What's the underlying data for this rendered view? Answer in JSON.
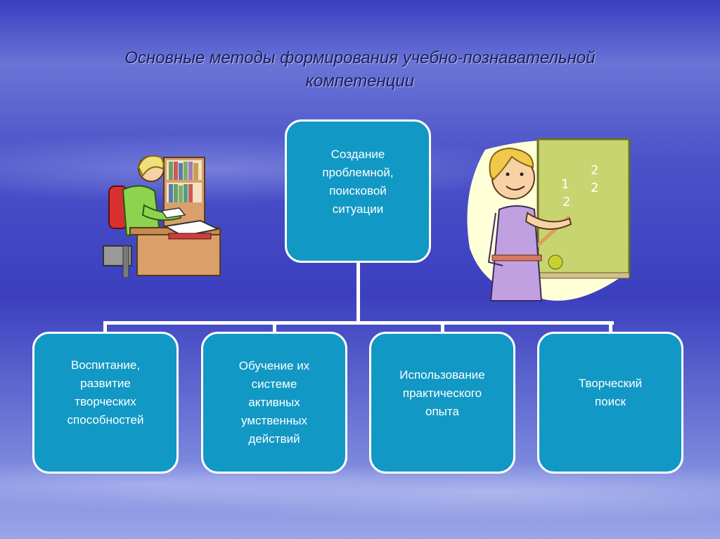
{
  "title_line1": "Основные методы формирования учебно-познавательной",
  "title_line2": "компетенции",
  "root": {
    "lines": [
      "Создание",
      "проблемной,",
      "поисковой",
      "ситуации"
    ]
  },
  "children": [
    {
      "lines": [
        "Воспитание,",
        "развитие",
        "творческих",
        "способностей"
      ]
    },
    {
      "lines": [
        "Обучение их",
        "системе",
        "активных",
        "умственных",
        "действий"
      ]
    },
    {
      "lines": [
        "Использование",
        "практического",
        "опыта"
      ]
    },
    {
      "lines": [
        "Творческий",
        "поиск"
      ]
    }
  ],
  "colors": {
    "node_fill": "#1298c4",
    "node_border": "#ffffff",
    "connector": "#ffffff",
    "title": "#1a1f5e"
  },
  "images": [
    "student-reading-clipart",
    "teacher-at-blackboard-clipart"
  ]
}
